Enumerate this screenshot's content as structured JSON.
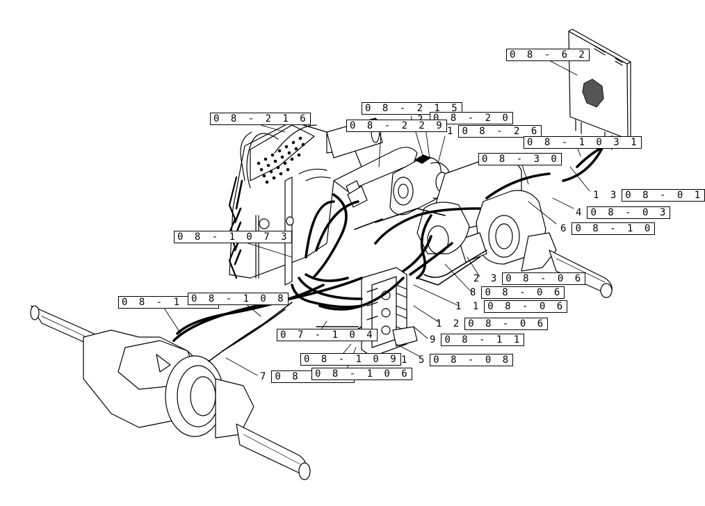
{
  "diagram": {
    "ink": "#000000",
    "background": "#ffffff",
    "callouts": [
      {
        "id": "c01",
        "item": "",
        "ref": "0 8 - 6 2"
      },
      {
        "id": "c02",
        "item": "",
        "ref": "0 8 - 2 1 5"
      },
      {
        "id": "c03",
        "item": "2",
        "ref": ""
      },
      {
        "id": "c04",
        "item": "",
        "ref": "0 8 - 2 0"
      },
      {
        "id": "c05",
        "item": "",
        "ref": "0 8 - 2 1 6"
      },
      {
        "id": "c06",
        "item": "",
        "ref": "0 8 - 2 2 9"
      },
      {
        "id": "c07",
        "item": "1",
        "ref": "0 8 - 2 6"
      },
      {
        "id": "c08",
        "item": "",
        "ref": "0 8 - 1 0 3 1"
      },
      {
        "id": "c09",
        "item": "",
        "ref": "0 8 - 3 0"
      },
      {
        "id": "c10",
        "item": "1 3",
        "ref": "0 8 - 0 1"
      },
      {
        "id": "c11",
        "item": "4",
        "ref": "0 8 - 0 3"
      },
      {
        "id": "c12",
        "item": "6",
        "ref": "0 8 - 1 0"
      },
      {
        "id": "c13",
        "item": "",
        "ref": "0 8 - 1 0 7 3"
      },
      {
        "id": "c14",
        "item": "2 3",
        "ref": "0 8 - 0 6"
      },
      {
        "id": "c15",
        "item": "8",
        "ref": "0 8 - 0 6"
      },
      {
        "id": "c16",
        "item": "",
        "ref": "0 8 - 1 0 6"
      },
      {
        "id": "c17",
        "item": "",
        "ref": "0 8 - 1 0 8"
      },
      {
        "id": "c18",
        "item": "1 1",
        "ref": "0 8 - 0 6"
      },
      {
        "id": "c19",
        "item": "1 2",
        "ref": "0 8 - 0 6"
      },
      {
        "id": "c20",
        "item": "",
        "ref": "0 7 - 1 0 4"
      },
      {
        "id": "c21",
        "item": "9",
        "ref": "0 8 - 1 1"
      },
      {
        "id": "c22",
        "item": "",
        "ref": "0 8 - 1 0 9"
      },
      {
        "id": "c23",
        "item": "1 5",
        "ref": "0 8 - 0 8"
      },
      {
        "id": "c24",
        "item": "7",
        "ref": "0 8 - 0 6"
      },
      {
        "id": "c25",
        "item": "",
        "ref": "0 8 - 1 0 6"
      }
    ]
  }
}
